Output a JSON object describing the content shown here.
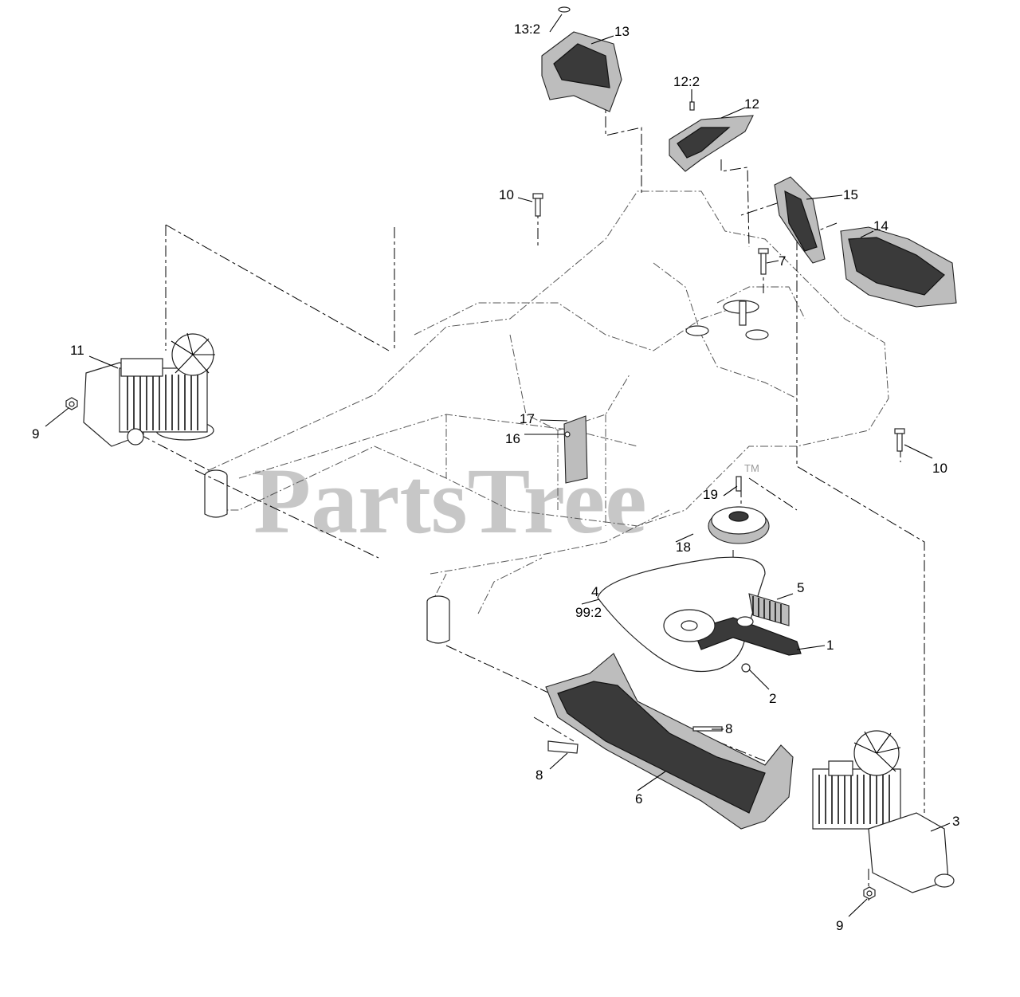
{
  "watermark": {
    "brand": "PartsTree",
    "tm": "TM"
  },
  "callouts": {
    "c13_2": "13:2",
    "c13": "13",
    "c12_2": "12:2",
    "c12": "12",
    "c10_top": "10",
    "c15": "15",
    "c14": "14",
    "c7": "7",
    "c11": "11",
    "c9_left": "9",
    "c17": "17",
    "c16": "16",
    "c10_right": "10",
    "c19": "19",
    "c18": "18",
    "c5": "5",
    "c4": "4",
    "c99_2": "99:2",
    "c1": "1",
    "c2": "2",
    "c8_right": "8",
    "c8_left": "8",
    "c6": "6",
    "c3": "3",
    "c9_right": "9"
  }
}
